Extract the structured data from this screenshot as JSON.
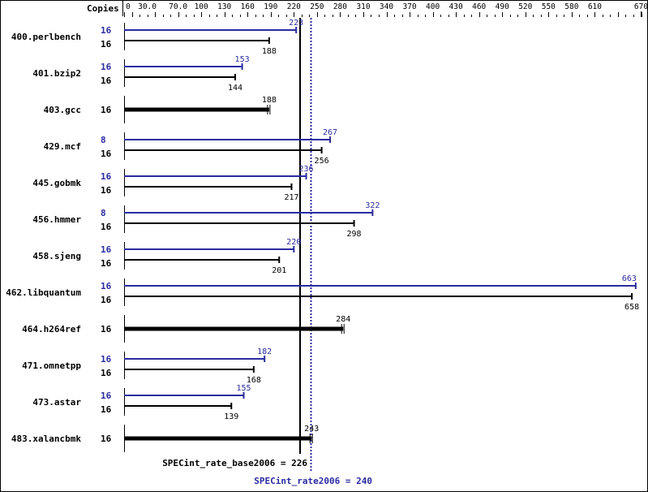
{
  "colors": {
    "peak": "#2b2ba0",
    "base": "#000000",
    "background": "#ffffff"
  },
  "axis": {
    "copies_label": "Copies",
    "ticks": [
      "0",
      "30.0",
      "70.0",
      "100",
      "130",
      "160",
      "190",
      "220",
      "250",
      "280",
      "310",
      "340",
      "370",
      "400",
      "430",
      "460",
      "490",
      "520",
      "550",
      "580",
      "610",
      "670"
    ],
    "tick_values": [
      0,
      30,
      70,
      100,
      130,
      160,
      190,
      220,
      250,
      280,
      310,
      340,
      370,
      400,
      430,
      460,
      490,
      520,
      550,
      580,
      610,
      670
    ],
    "min": 0,
    "max": 670
  },
  "summary": {
    "base_label": "SPECint_rate_base2006 = 226",
    "base_value": 226,
    "peak_label": "SPECint_rate2006 = 240",
    "peak_value": 240
  },
  "chart_data": {
    "type": "bar",
    "title": "",
    "xlabel": "",
    "ylabel": "",
    "orientation": "horizontal",
    "xlim": [
      0,
      670
    ],
    "categories": [
      "400.perlbench",
      "401.bzip2",
      "403.gcc",
      "429.mcf",
      "445.gobmk",
      "456.hmmer",
      "458.sjeng",
      "462.libquantum",
      "464.h264ref",
      "471.omnetpp",
      "473.astar",
      "483.xalancbmk"
    ],
    "series": [
      {
        "name": "SPECint_rate2006 (peak)",
        "color": "#2b2ba0",
        "values": [
          223,
          153,
          null,
          267,
          236,
          322,
          220,
          663,
          null,
          182,
          155,
          null
        ],
        "copies": [
          16,
          16,
          null,
          8,
          16,
          8,
          16,
          16,
          null,
          16,
          16,
          null
        ]
      },
      {
        "name": "SPECint_rate_base2006 (base)",
        "color": "#000000",
        "values": [
          188,
          144,
          188,
          256,
          217,
          298,
          201,
          658,
          284,
          168,
          139,
          243
        ],
        "copies": [
          16,
          16,
          16,
          16,
          16,
          16,
          16,
          16,
          16,
          16,
          16,
          16
        ]
      }
    ],
    "reference_lines": [
      {
        "label": "SPECint_rate_base2006 = 226",
        "value": 226,
        "style": "solid"
      },
      {
        "label": "SPECint_rate2006 = 240",
        "value": 240,
        "style": "dotted"
      }
    ]
  },
  "benchmarks": [
    {
      "name": "400.perlbench",
      "peak_copies": "16",
      "base_copies": "16",
      "peak": 223,
      "base": 188,
      "peak_label": "223",
      "base_label": "188"
    },
    {
      "name": "401.bzip2",
      "peak_copies": "16",
      "base_copies": "16",
      "peak": 153,
      "base": 144,
      "peak_label": "153",
      "base_label": "144"
    },
    {
      "name": "403.gcc",
      "base_copies": "16",
      "base": 188,
      "base_label": "188",
      "merged": true
    },
    {
      "name": "429.mcf",
      "peak_copies": "8",
      "base_copies": "16",
      "peak": 267,
      "base": 256,
      "peak_label": "267",
      "base_label": "256"
    },
    {
      "name": "445.gobmk",
      "peak_copies": "16",
      "base_copies": "16",
      "peak": 236,
      "base": 217,
      "peak_label": "236",
      "base_label": "217"
    },
    {
      "name": "456.hmmer",
      "peak_copies": "8",
      "base_copies": "16",
      "peak": 322,
      "base": 298,
      "peak_label": "322",
      "base_label": "298"
    },
    {
      "name": "458.sjeng",
      "peak_copies": "16",
      "base_copies": "16",
      "peak": 220,
      "base": 201,
      "peak_label": "220",
      "base_label": "201"
    },
    {
      "name": "462.libquantum",
      "peak_copies": "16",
      "base_copies": "16",
      "peak": 663,
      "base": 658,
      "peak_label": "663",
      "base_label": "658"
    },
    {
      "name": "464.h264ref",
      "base_copies": "16",
      "base": 284,
      "base_label": "284",
      "merged": true
    },
    {
      "name": "471.omnetpp",
      "peak_copies": "16",
      "base_copies": "16",
      "peak": 182,
      "base": 168,
      "peak_label": "182",
      "base_label": "168"
    },
    {
      "name": "473.astar",
      "peak_copies": "16",
      "base_copies": "16",
      "peak": 155,
      "base": 139,
      "peak_label": "155",
      "base_label": "139"
    },
    {
      "name": "483.xalancbmk",
      "base_copies": "16",
      "base": 243,
      "base_label": "243",
      "merged": true
    }
  ]
}
